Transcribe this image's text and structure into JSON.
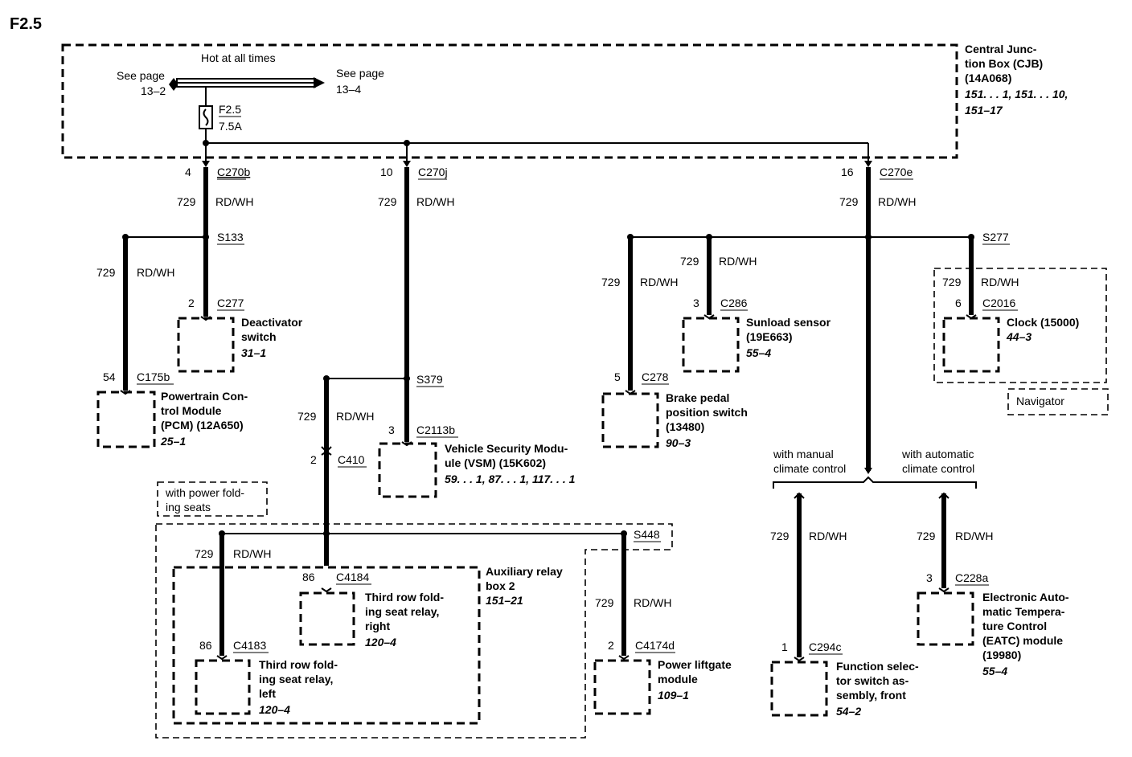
{
  "page_title": "F2.5",
  "cjb": {
    "title_lines": [
      "Central Junc-",
      "tion Box (CJB)",
      "(14A068)"
    ],
    "ref_lines": [
      "151. . . 1, 151. . . 10,",
      "151–17"
    ],
    "hot_at_all_times": "Hot at all times",
    "see_page_left": [
      "See page",
      "13–2"
    ],
    "see_page_right": [
      "See page",
      "13–4"
    ],
    "fuse_name": "F2.5",
    "fuse_rating": "7.5A"
  },
  "wire": {
    "circuit": "729",
    "color": "RD/WH"
  },
  "connectors": {
    "c270b": {
      "pin": "4",
      "name": "C270b"
    },
    "c270j": {
      "pin": "10",
      "name": "C270j"
    },
    "c270e": {
      "pin": "16",
      "name": "C270e"
    },
    "c277": {
      "pin": "2",
      "name": "C277"
    },
    "c175b": {
      "pin": "54",
      "name": "C175b"
    },
    "c2113b": {
      "pin": "3",
      "name": "C2113b"
    },
    "c410": {
      "pin": "2",
      "name": "C410"
    },
    "c4184": {
      "pin": "86",
      "name": "C4184"
    },
    "c4183": {
      "pin": "86",
      "name": "C4183"
    },
    "c4174d": {
      "pin": "2",
      "name": "C4174d"
    },
    "c278": {
      "pin": "5",
      "name": "C278"
    },
    "c286": {
      "pin": "3",
      "name": "C286"
    },
    "c2016": {
      "pin": "6",
      "name": "C2016"
    },
    "c294c": {
      "pin": "1",
      "name": "C294c"
    },
    "c228a": {
      "pin": "3",
      "name": "C228a"
    }
  },
  "splices": {
    "s133": "S133",
    "s379": "S379",
    "s448": "S448",
    "s277": "S277"
  },
  "components": {
    "deactivator": {
      "lines": [
        "Deactivator",
        "switch"
      ],
      "ref": "31–1"
    },
    "pcm": {
      "lines": [
        "Powertrain Con-",
        "trol Module",
        "(PCM) (12A650)"
      ],
      "ref": "25–1"
    },
    "vsm": {
      "lines": [
        "Vehicle Security Modu-",
        "ule (VSM) (15K602)"
      ],
      "ref": "59. . . 1, 87. . . 1, 117. . . 1"
    },
    "relay_right": {
      "lines": [
        "Third row fold-",
        "ing seat relay,",
        "right"
      ],
      "ref": "120–4"
    },
    "relay_left": {
      "lines": [
        "Third row fold-",
        "ing seat relay,",
        "left"
      ],
      "ref": "120–4"
    },
    "aux_relay_box": {
      "lines": [
        "Auxiliary relay",
        "box 2"
      ],
      "ref": "151–21"
    },
    "liftgate": {
      "lines": [
        "Power liftgate",
        "module"
      ],
      "ref": "109–1"
    },
    "brake": {
      "lines": [
        "Brake pedal",
        "position switch",
        "(13480)"
      ],
      "ref": "90–3"
    },
    "sunload": {
      "lines": [
        "Sunload sensor",
        "(19E663)"
      ],
      "ref": "55–4"
    },
    "clock": {
      "lines": [
        "Clock (15000)"
      ],
      "ref": "44–3"
    },
    "function_selector": {
      "lines": [
        "Function selec-",
        "tor switch as-",
        "sembly, front"
      ],
      "ref": "54–2"
    },
    "eatc": {
      "lines": [
        "Electronic Auto-",
        "matic Tempera-",
        "ture Control",
        "(EATC) module",
        "(19980)"
      ],
      "ref": "55–4"
    }
  },
  "notes": {
    "power_folding": [
      "with power fold-",
      "ing seats"
    ],
    "navigator": "Navigator",
    "manual_climate": [
      "with manual",
      "climate control"
    ],
    "auto_climate": [
      "with automatic",
      "climate control"
    ]
  }
}
